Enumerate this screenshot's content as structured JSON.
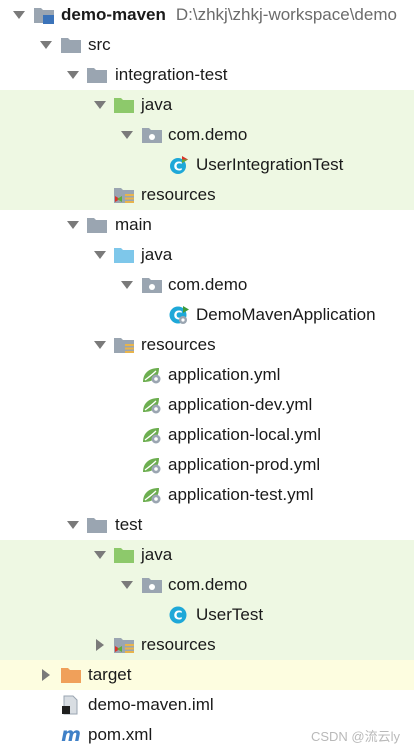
{
  "project": {
    "name": "demo-maven",
    "path": "D:\\zhkj\\zhkj-workspace\\demo"
  },
  "colors": {
    "folder_gray": "#9aa5b1",
    "folder_green": "#8dc96b",
    "folder_blue": "#7ec7ea",
    "folder_orange": "#f0a05a",
    "test_bg": "#eef8e3",
    "excluded_bg": "#fdfde0",
    "class_circle": "#1ea8d8",
    "spring_leaf": "#6dae50"
  },
  "tree": [
    {
      "label": "demo-maven",
      "depth": 0,
      "arrow": "down",
      "icon": "module-folder-icon",
      "bold": true,
      "bg": "none",
      "name": "project-root"
    },
    {
      "label": "src",
      "depth": 1,
      "arrow": "down",
      "icon": "folder-icon",
      "bg": "none",
      "name": "folder-src"
    },
    {
      "label": "integration-test",
      "depth": 2,
      "arrow": "down",
      "icon": "folder-icon",
      "bg": "none",
      "name": "folder-integration-test"
    },
    {
      "label": "java",
      "depth": 3,
      "arrow": "down",
      "icon": "test-sources-folder-icon",
      "bg": "green",
      "name": "folder-integration-test-java"
    },
    {
      "label": "com.demo",
      "depth": 4,
      "arrow": "down",
      "icon": "package-icon",
      "bg": "green",
      "name": "package-integration-com-demo"
    },
    {
      "label": "UserIntegrationTest",
      "depth": 5,
      "arrow": "none",
      "icon": "test-class-icon",
      "bg": "green",
      "name": "file-user-integration-test"
    },
    {
      "label": "resources",
      "depth": 3,
      "arrow": "none",
      "icon": "test-resources-folder-icon",
      "bg": "green",
      "name": "folder-integration-test-resources"
    },
    {
      "label": "main",
      "depth": 2,
      "arrow": "down",
      "icon": "folder-icon",
      "bg": "none",
      "name": "folder-main"
    },
    {
      "label": "java",
      "depth": 3,
      "arrow": "down",
      "icon": "sources-folder-icon",
      "bg": "none",
      "name": "folder-main-java"
    },
    {
      "label": "com.demo",
      "depth": 4,
      "arrow": "down",
      "icon": "package-icon",
      "bg": "none",
      "name": "package-main-com-demo"
    },
    {
      "label": "DemoMavenApplication",
      "depth": 5,
      "arrow": "none",
      "icon": "spring-app-class-icon",
      "bg": "none",
      "name": "file-demo-maven-application"
    },
    {
      "label": "resources",
      "depth": 3,
      "arrow": "down",
      "icon": "resources-folder-icon",
      "bg": "none",
      "name": "folder-main-resources"
    },
    {
      "label": "application.yml",
      "depth": 4,
      "arrow": "none",
      "icon": "spring-yml-icon",
      "bg": "none",
      "name": "file-application-yml"
    },
    {
      "label": "application-dev.yml",
      "depth": 4,
      "arrow": "none",
      "icon": "spring-yml-icon",
      "bg": "none",
      "name": "file-application-dev-yml"
    },
    {
      "label": "application-local.yml",
      "depth": 4,
      "arrow": "none",
      "icon": "spring-yml-icon",
      "bg": "none",
      "name": "file-application-local-yml"
    },
    {
      "label": "application-prod.yml",
      "depth": 4,
      "arrow": "none",
      "icon": "spring-yml-icon",
      "bg": "none",
      "name": "file-application-prod-yml"
    },
    {
      "label": "application-test.yml",
      "depth": 4,
      "arrow": "none",
      "icon": "spring-yml-icon",
      "bg": "none",
      "name": "file-application-test-yml"
    },
    {
      "label": "test",
      "depth": 2,
      "arrow": "down",
      "icon": "folder-icon",
      "bg": "none",
      "name": "folder-test"
    },
    {
      "label": "java",
      "depth": 3,
      "arrow": "down",
      "icon": "test-sources-folder-icon",
      "bg": "green",
      "name": "folder-test-java"
    },
    {
      "label": "com.demo",
      "depth": 4,
      "arrow": "down",
      "icon": "package-icon",
      "bg": "green",
      "name": "package-test-com-demo"
    },
    {
      "label": "UserTest",
      "depth": 5,
      "arrow": "none",
      "icon": "class-icon",
      "bg": "green",
      "name": "file-user-test"
    },
    {
      "label": "resources",
      "depth": 3,
      "arrow": "right",
      "icon": "test-resources-folder-icon",
      "bg": "green",
      "name": "folder-test-resources"
    },
    {
      "label": "target",
      "depth": 1,
      "arrow": "right",
      "icon": "excluded-folder-icon",
      "bg": "yellow",
      "name": "folder-target"
    },
    {
      "label": "demo-maven.iml",
      "depth": 1,
      "arrow": "none",
      "icon": "iml-file-icon",
      "bg": "none",
      "name": "file-demo-maven-iml"
    },
    {
      "label": "pom.xml",
      "depth": 1,
      "arrow": "none",
      "icon": "maven-pom-icon",
      "bg": "none",
      "name": "file-pom-xml"
    }
  ],
  "watermark": "CSDN @流云ly"
}
